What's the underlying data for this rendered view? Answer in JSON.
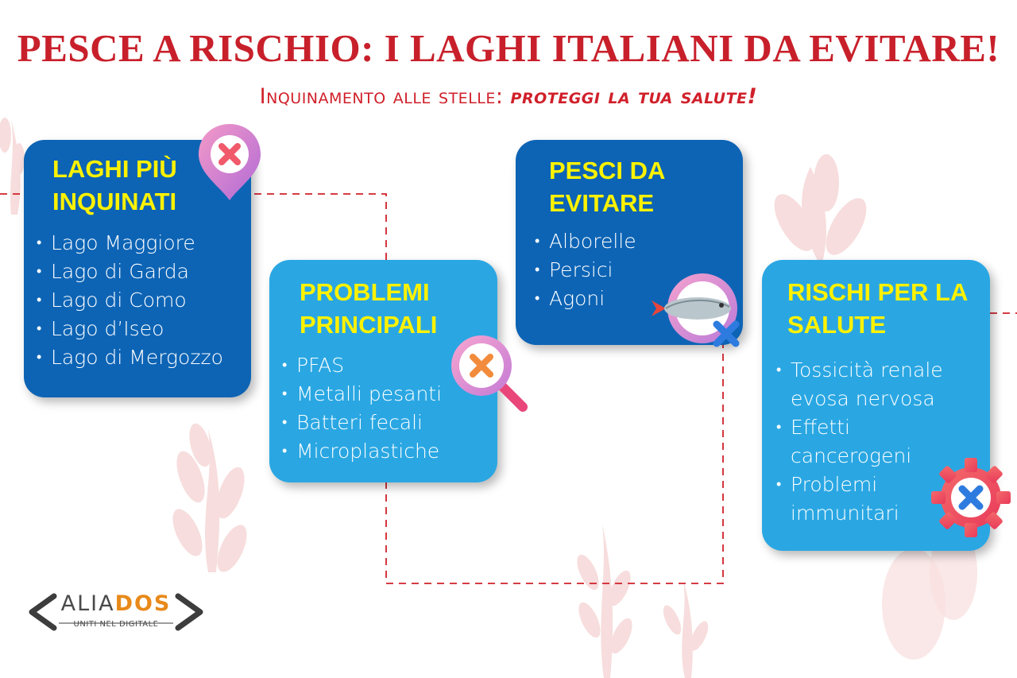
{
  "header": {
    "title": "PESCE A RISCHIO: I LAGHI ITALIANI DA EVITARE!",
    "subtitle_plain": "Inquinamento alle stelle: ",
    "subtitle_emphasis": "proteggi la tua salute!"
  },
  "cards": {
    "lakes": {
      "title": "LAGHI PIÙ INQUINATI",
      "items": [
        "Lago Maggiore",
        "Lago di Garda",
        "Lago di Como",
        "Lago d’Iseo",
        "Lago di Mergozzo"
      ]
    },
    "problems": {
      "title": "PROBLEMI PRINCIPALI",
      "items": [
        "PFAS",
        "Metalli pesanti",
        "Batteri fecali",
        "Microplastiche"
      ]
    },
    "fish": {
      "title": "PESCI DA EVITARE",
      "items": [
        "Alborelle",
        "Persici",
        "Agoni"
      ]
    },
    "risks": {
      "title": "RISCHI PER LA SALUTE",
      "items": [
        "Tossicità renale evosa nervosa",
        "Effetti cancerogeni",
        "Problemi immunitari"
      ]
    }
  },
  "icons": {
    "lakes": "location-pin-x-icon",
    "problems": "magnifier-x-icon",
    "fish": "fish-x-icon",
    "risks": "gear-x-icon"
  },
  "logo": {
    "name_main": "ALIA",
    "name_accent": "DOS",
    "tagline": "UNITI NEL DIGITALE"
  },
  "colors": {
    "title_red": "#c8202b",
    "card_dark": "#0d64b5",
    "card_light": "#2aa7e3",
    "heading_yellow": "#fff200",
    "logo_accent": "#e8891a"
  }
}
